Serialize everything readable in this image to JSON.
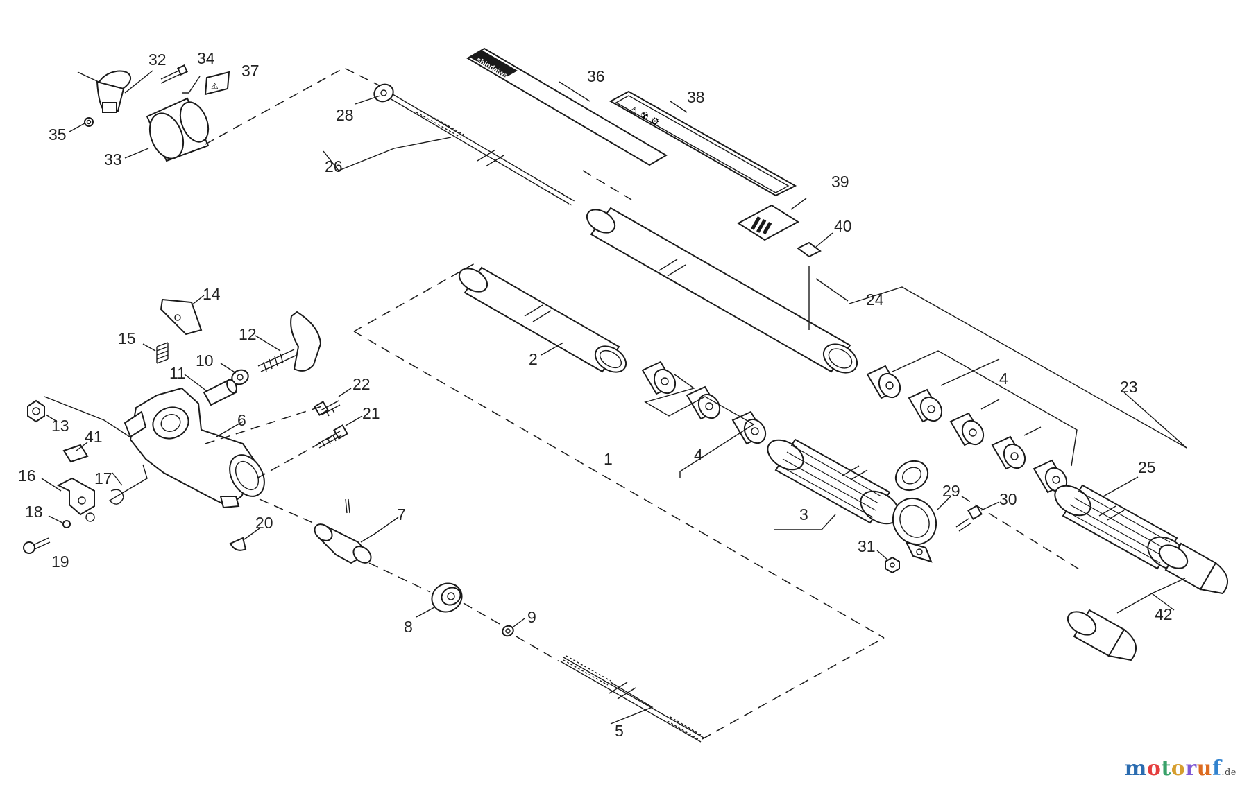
{
  "callouts": [
    {
      "id": "c32",
      "text": "32"
    },
    {
      "id": "c34",
      "text": "34"
    },
    {
      "id": "c37",
      "text": "37"
    },
    {
      "id": "c35",
      "text": "35"
    },
    {
      "id": "c33",
      "text": "33"
    },
    {
      "id": "c28",
      "text": "28"
    },
    {
      "id": "c26",
      "text": "26"
    },
    {
      "id": "c36",
      "text": "36"
    },
    {
      "id": "c38",
      "text": "38"
    },
    {
      "id": "c39",
      "text": "39"
    },
    {
      "id": "c40",
      "text": "40"
    },
    {
      "id": "c24",
      "text": "24"
    },
    {
      "id": "c14",
      "text": "14"
    },
    {
      "id": "c15",
      "text": "15"
    },
    {
      "id": "c12",
      "text": "12"
    },
    {
      "id": "c10",
      "text": "10"
    },
    {
      "id": "c11",
      "text": "11"
    },
    {
      "id": "c2",
      "text": "2"
    },
    {
      "id": "c4a",
      "text": "4"
    },
    {
      "id": "c23",
      "text": "23"
    },
    {
      "id": "c22",
      "text": "22"
    },
    {
      "id": "c21",
      "text": "21"
    },
    {
      "id": "c13",
      "text": "13"
    },
    {
      "id": "c6",
      "text": "6"
    },
    {
      "id": "c41",
      "text": "41"
    },
    {
      "id": "c16",
      "text": "16"
    },
    {
      "id": "c17",
      "text": "17"
    },
    {
      "id": "c18",
      "text": "18"
    },
    {
      "id": "c19",
      "text": "19"
    },
    {
      "id": "c1",
      "text": "1"
    },
    {
      "id": "c4b",
      "text": "4"
    },
    {
      "id": "c25",
      "text": "25"
    },
    {
      "id": "c29",
      "text": "29"
    },
    {
      "id": "c30",
      "text": "30"
    },
    {
      "id": "c31",
      "text": "31"
    },
    {
      "id": "c3",
      "text": "3"
    },
    {
      "id": "c7",
      "text": "7"
    },
    {
      "id": "c20",
      "text": "20"
    },
    {
      "id": "c8",
      "text": "8"
    },
    {
      "id": "c9",
      "text": "9"
    },
    {
      "id": "c42",
      "text": "42"
    },
    {
      "id": "c5",
      "text": "5"
    }
  ],
  "decal_36_text": "shindaiwa",
  "watermark": {
    "letters": [
      "m",
      "o",
      "t",
      "o",
      "r",
      "u",
      "f"
    ],
    "colors": [
      "#2b6cb0",
      "#e53e3e",
      "#38a169",
      "#d69e2e",
      "#805ad5",
      "#dd6b20",
      "#3182ce"
    ],
    "suffix": ".de"
  }
}
